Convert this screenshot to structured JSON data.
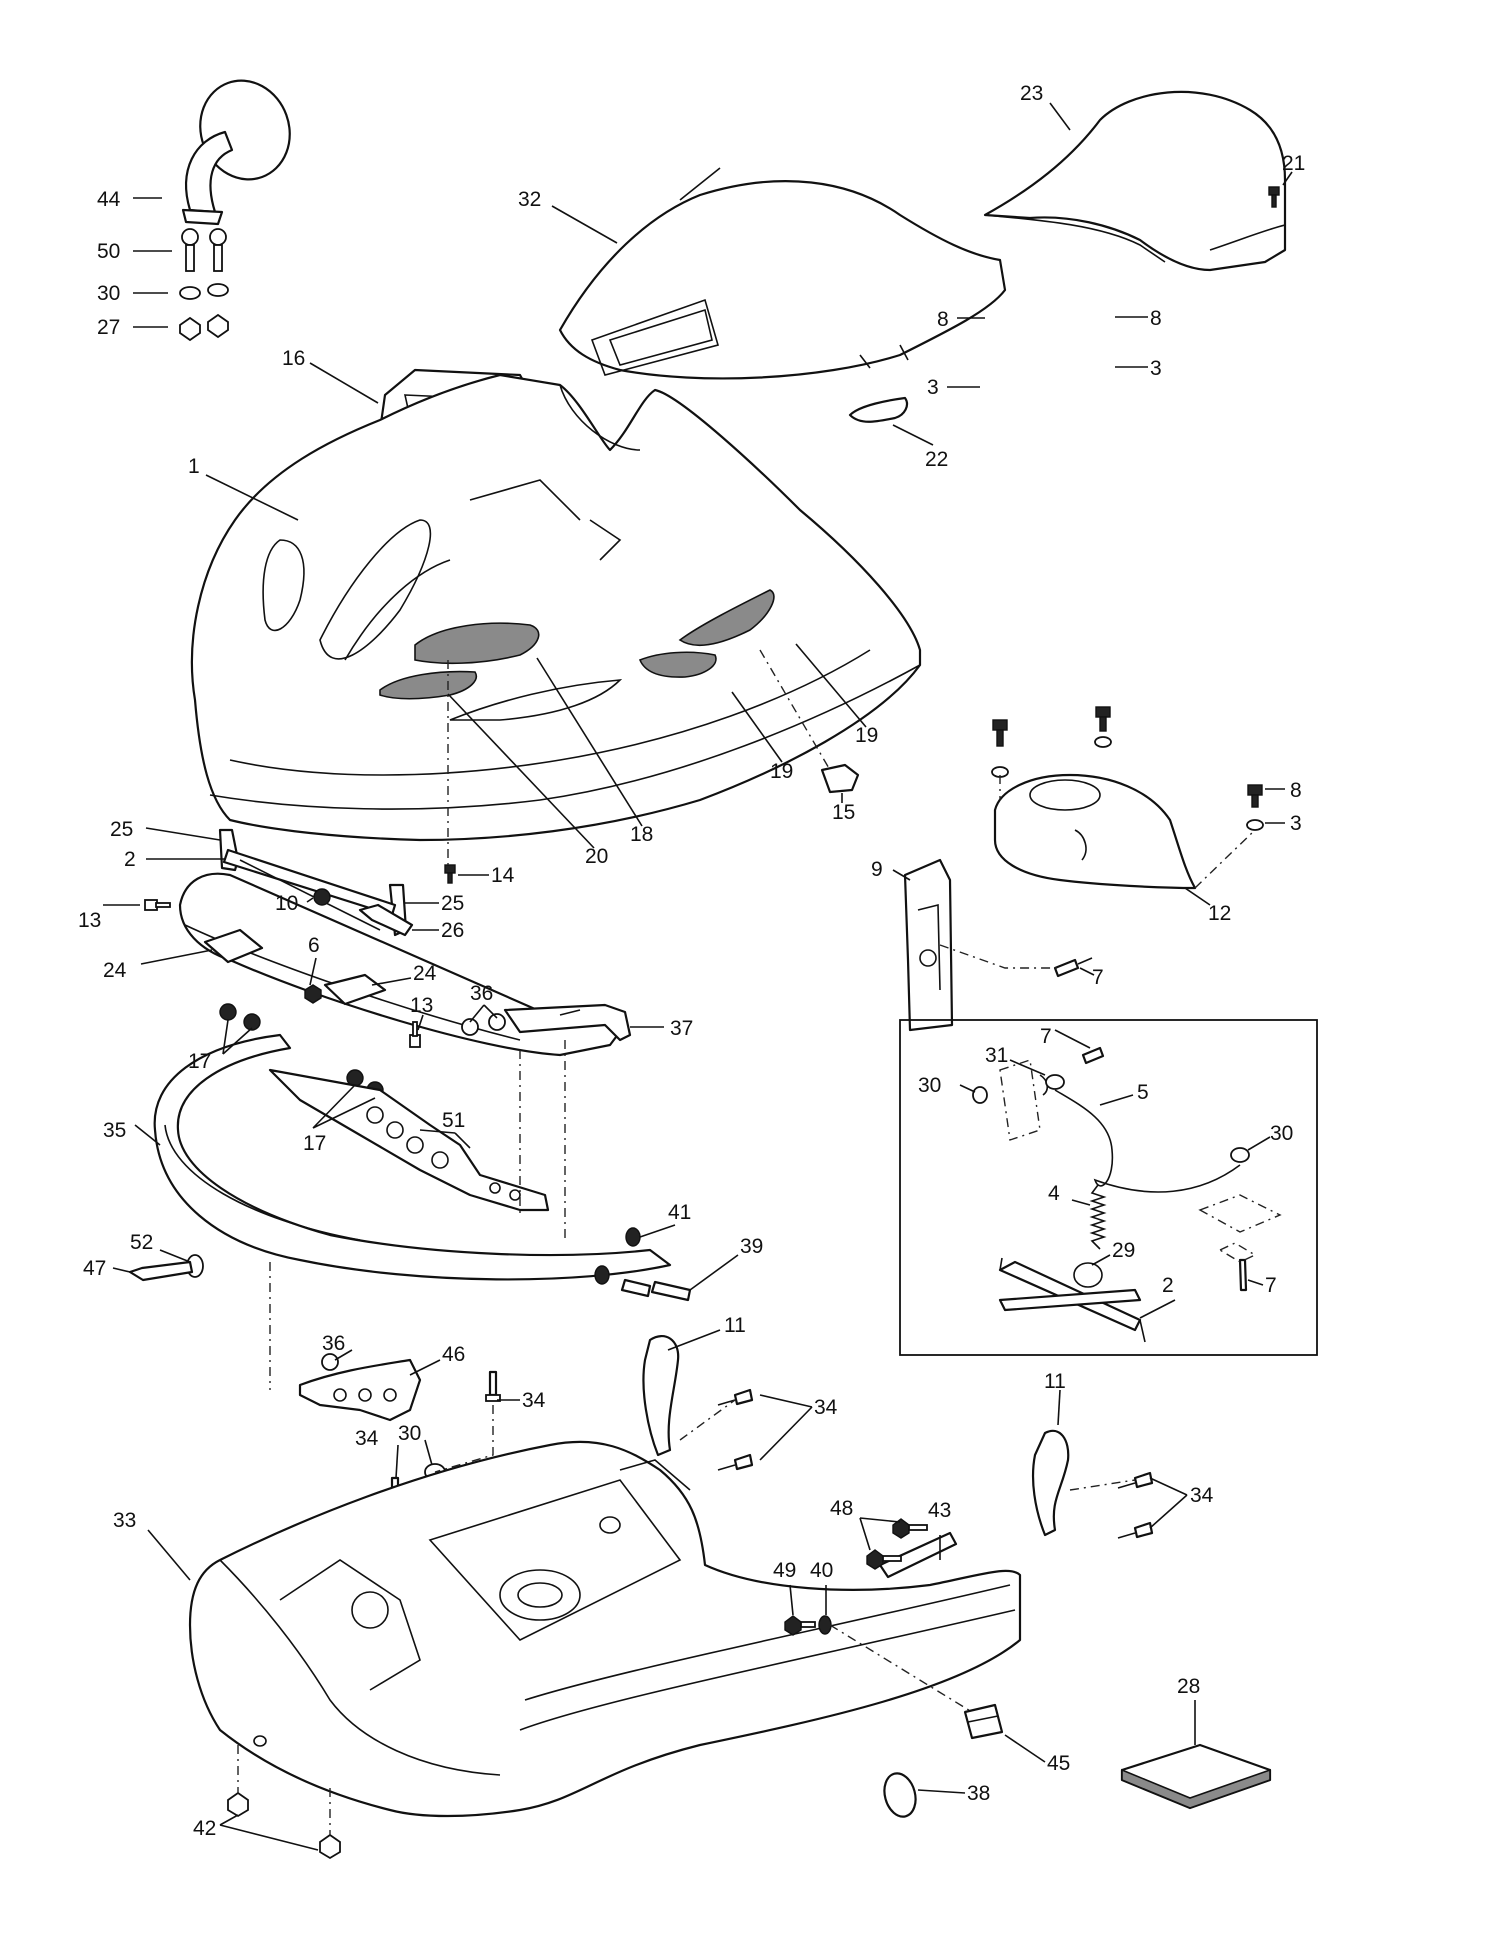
{
  "labels": [
    {
      "id": "l44",
      "text": "44"
    },
    {
      "id": "l50",
      "text": "50"
    },
    {
      "id": "l30a",
      "text": "30"
    },
    {
      "id": "l27",
      "text": "27"
    },
    {
      "id": "l32",
      "text": "32"
    },
    {
      "id": "l23",
      "text": "23"
    },
    {
      "id": "l21",
      "text": "21"
    },
    {
      "id": "l16",
      "text": "16"
    },
    {
      "id": "l22",
      "text": "22"
    },
    {
      "id": "l1",
      "text": "1"
    },
    {
      "id": "l8a",
      "text": "8"
    },
    {
      "id": "l8b",
      "text": "8"
    },
    {
      "id": "l3a",
      "text": "3"
    },
    {
      "id": "l3b",
      "text": "3"
    },
    {
      "id": "l8c",
      "text": "8"
    },
    {
      "id": "l3c",
      "text": "3"
    },
    {
      "id": "l19a",
      "text": "19"
    },
    {
      "id": "l19b",
      "text": "19"
    },
    {
      "id": "l18",
      "text": "18"
    },
    {
      "id": "l20",
      "text": "20"
    },
    {
      "id": "l15",
      "text": "15"
    },
    {
      "id": "l25a",
      "text": "25"
    },
    {
      "id": "l2a",
      "text": "2"
    },
    {
      "id": "l14",
      "text": "14"
    },
    {
      "id": "l10",
      "text": "10"
    },
    {
      "id": "l25b",
      "text": "25"
    },
    {
      "id": "l26",
      "text": "26"
    },
    {
      "id": "l13a",
      "text": "13"
    },
    {
      "id": "l6",
      "text": "6"
    },
    {
      "id": "l24a",
      "text": "24"
    },
    {
      "id": "l24b",
      "text": "24"
    },
    {
      "id": "l9",
      "text": "9"
    },
    {
      "id": "l12",
      "text": "12"
    },
    {
      "id": "l7a",
      "text": "7"
    },
    {
      "id": "l36a",
      "text": "36"
    },
    {
      "id": "l13b",
      "text": "13"
    },
    {
      "id": "l37",
      "text": "37"
    },
    {
      "id": "l17a",
      "text": "17"
    },
    {
      "id": "l7b",
      "text": "7"
    },
    {
      "id": "l31",
      "text": "31"
    },
    {
      "id": "l30b",
      "text": "30"
    },
    {
      "id": "l5",
      "text": "5"
    },
    {
      "id": "l30c",
      "text": "30"
    },
    {
      "id": "l35",
      "text": "35"
    },
    {
      "id": "l51",
      "text": "51"
    },
    {
      "id": "l17b",
      "text": "17"
    },
    {
      "id": "l4",
      "text": "4"
    },
    {
      "id": "l29",
      "text": "29"
    },
    {
      "id": "l2b",
      "text": "2"
    },
    {
      "id": "l7c",
      "text": "7"
    },
    {
      "id": "l52",
      "text": "52"
    },
    {
      "id": "l47",
      "text": "47"
    },
    {
      "id": "l41",
      "text": "41"
    },
    {
      "id": "l39",
      "text": "39"
    },
    {
      "id": "l11a",
      "text": "11"
    },
    {
      "id": "l36b",
      "text": "36"
    },
    {
      "id": "l46",
      "text": "46"
    },
    {
      "id": "l34a",
      "text": "34"
    },
    {
      "id": "l34b",
      "text": "34"
    },
    {
      "id": "l11b",
      "text": "11"
    },
    {
      "id": "l30d",
      "text": "30"
    },
    {
      "id": "l34c",
      "text": "34"
    },
    {
      "id": "l34d",
      "text": "34"
    },
    {
      "id": "l48",
      "text": "48"
    },
    {
      "id": "l43",
      "text": "43"
    },
    {
      "id": "l49",
      "text": "49"
    },
    {
      "id": "l40",
      "text": "40"
    },
    {
      "id": "l33",
      "text": "33"
    },
    {
      "id": "l28",
      "text": "28"
    },
    {
      "id": "l45",
      "text": "45"
    },
    {
      "id": "l38",
      "text": "38"
    },
    {
      "id": "l42",
      "text": "42"
    }
  ]
}
